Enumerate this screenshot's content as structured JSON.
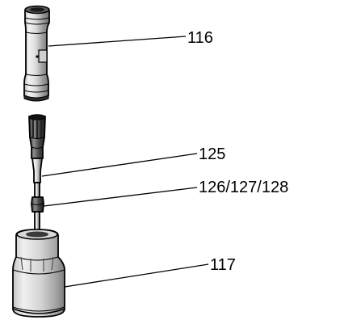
{
  "labels": [
    {
      "id": "part-116",
      "text": "116"
    },
    {
      "id": "part-125",
      "text": "125"
    },
    {
      "id": "part-126",
      "text": "126/127/128"
    },
    {
      "id": "part-117",
      "text": "117"
    }
  ]
}
